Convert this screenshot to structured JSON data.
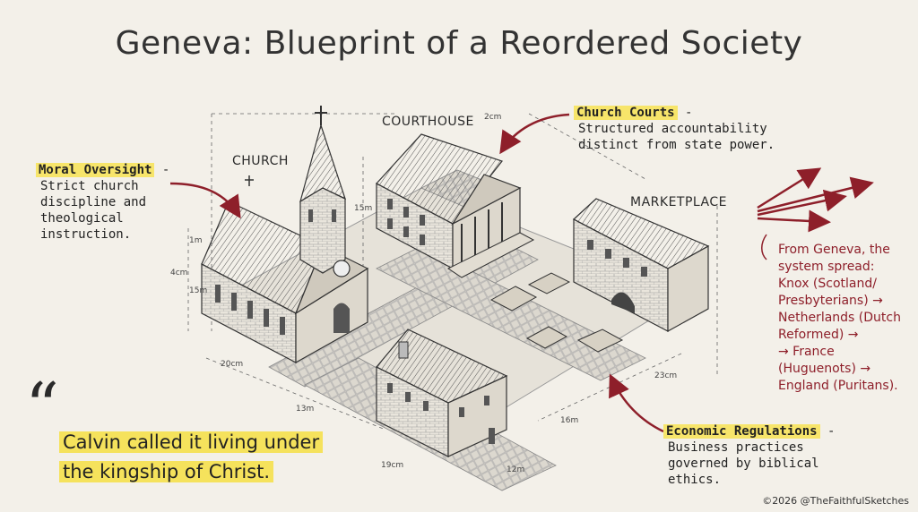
{
  "title": "Geneva: Blueprint of a Reordered Society",
  "labels": {
    "church": "CHURCH",
    "courthouse": "COURTHOUSE",
    "marketplace": "MARKETPLACE"
  },
  "callouts": {
    "moral": {
      "heading": "Moral Oversight",
      "dash": " -",
      "lines": [
        "Strict church",
        "discipline and",
        "theological",
        "instruction."
      ]
    },
    "courts": {
      "heading": "Church Courts",
      "dash": " -",
      "lines": [
        "Structured accountability",
        "distinct from state power."
      ]
    },
    "economic": {
      "heading": "Economic Regulations",
      "dash": " -",
      "lines": [
        "Business practices",
        "governed by biblical",
        "ethics."
      ]
    }
  },
  "spread_note": [
    "From Geneva, the",
    "system spread:",
    "Knox (Scotland/",
    "Presbyterians) →",
    "Netherlands (Dutch",
    "Reformed) →",
    "→ France",
    "(Huguenots) →",
    "England (Puritans)."
  ],
  "quote": {
    "mark": "“",
    "lines": [
      "Calvin called it living under",
      "the kingship of Christ."
    ]
  },
  "dimensions": [
    "2cm",
    "15m",
    "1m",
    "4cm",
    "15m",
    "20cm",
    "13m",
    "19cm",
    "12m",
    "16m",
    "23cm"
  ],
  "credit": "©2026 @TheFaithfulSketches",
  "colors": {
    "highlight": "#f7e56a",
    "accent_red": "#8e1f2a",
    "paper": "#f3f0e9"
  }
}
